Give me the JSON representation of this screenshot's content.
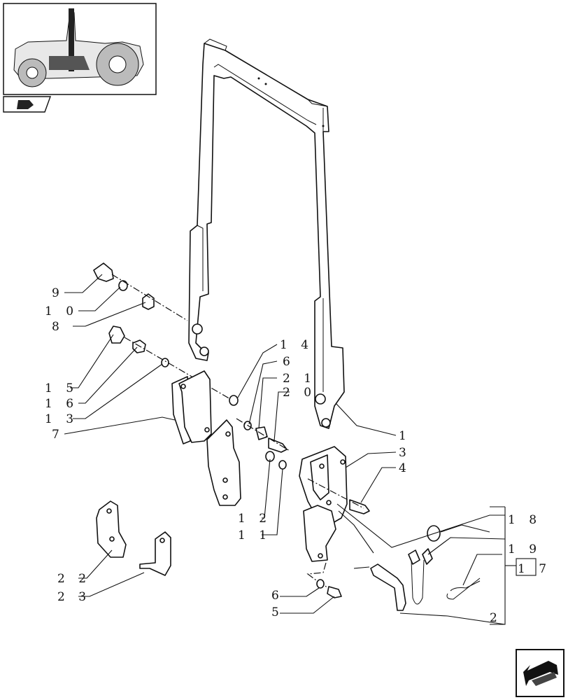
{
  "callouts": [
    {
      "id": "9",
      "text": "9"
    },
    {
      "id": "10",
      "text": "1 0"
    },
    {
      "id": "8",
      "text": "8"
    },
    {
      "id": "14",
      "text": "1 4"
    },
    {
      "id": "6a",
      "text": "6"
    },
    {
      "id": "21",
      "text": "2 1"
    },
    {
      "id": "20",
      "text": "2 0"
    },
    {
      "id": "15",
      "text": "1 5"
    },
    {
      "id": "16",
      "text": "1 6"
    },
    {
      "id": "13",
      "text": "1 3"
    },
    {
      "id": "7",
      "text": "7"
    },
    {
      "id": "1",
      "text": "1"
    },
    {
      "id": "3",
      "text": "3"
    },
    {
      "id": "4",
      "text": "4"
    },
    {
      "id": "12",
      "text": "1 2"
    },
    {
      "id": "11",
      "text": "1 1"
    },
    {
      "id": "18",
      "text": "1 8"
    },
    {
      "id": "19",
      "text": "1 9"
    },
    {
      "id": "17",
      "text": "1 7"
    },
    {
      "id": "22",
      "text": "2 2"
    },
    {
      "id": "23",
      "text": "2 3"
    },
    {
      "id": "6b",
      "text": "6"
    },
    {
      "id": "5",
      "text": "5"
    },
    {
      "id": "2",
      "text": "2"
    }
  ],
  "icons": {
    "thumbnail": "tractor-thumbnail-icon",
    "section": "section-tab-icon",
    "nav": "next-page-arrow-icon"
  }
}
